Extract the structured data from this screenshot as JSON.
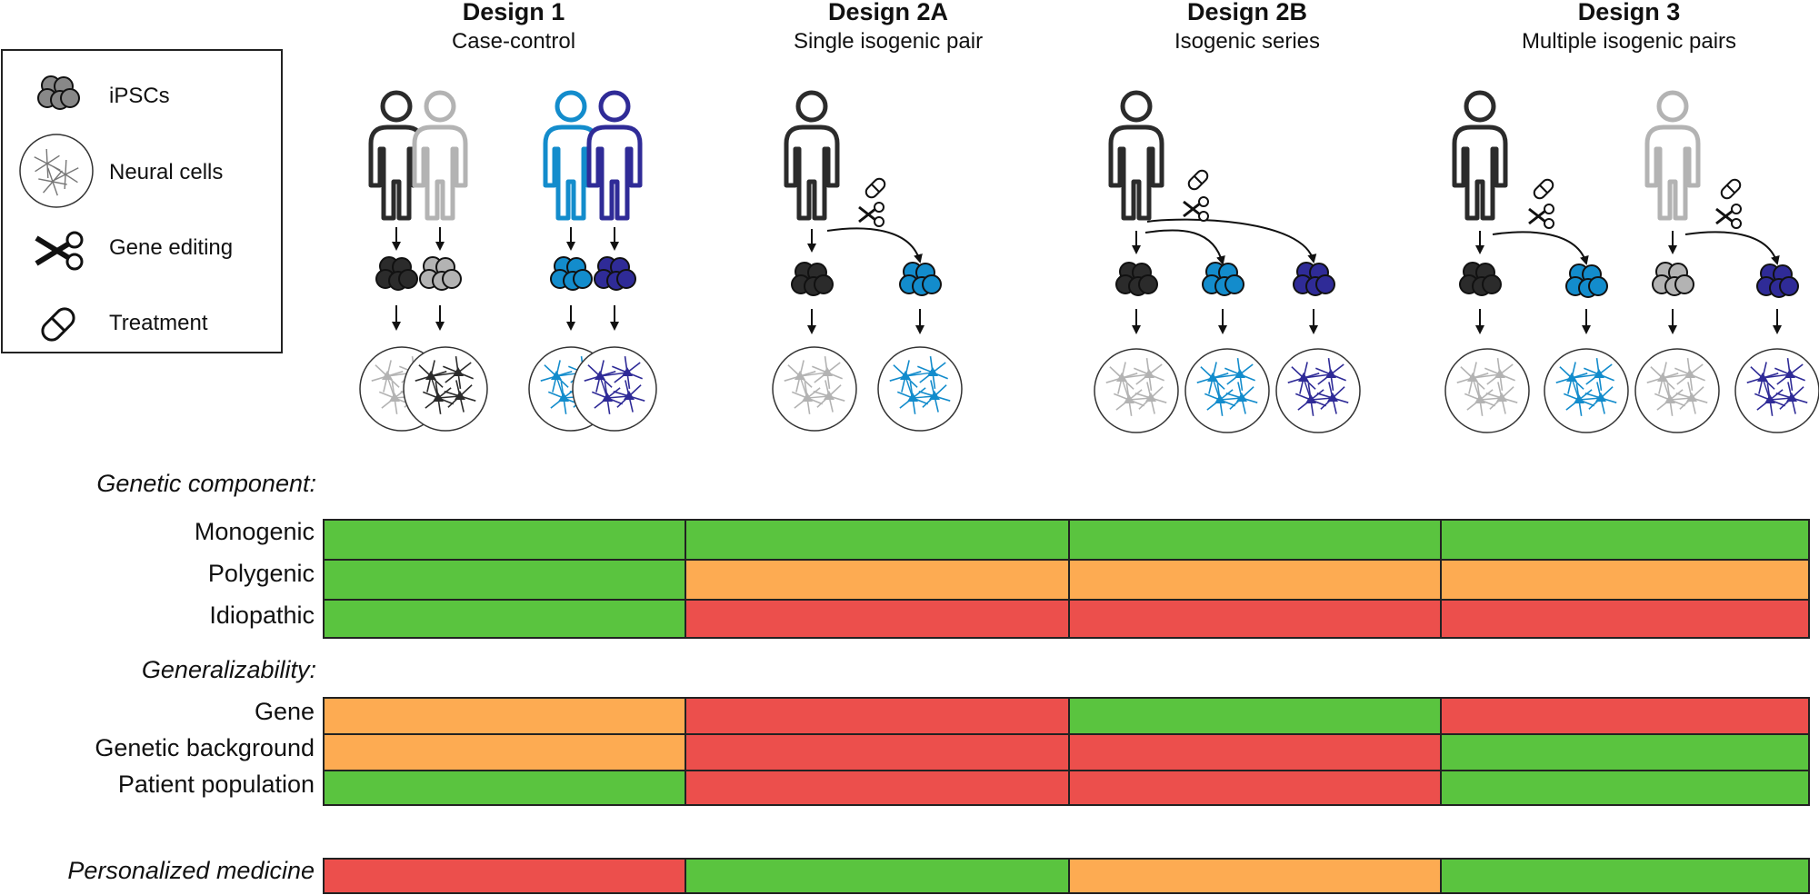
{
  "colors": {
    "green": "#5ac43f",
    "orange": "#fdab52",
    "red": "#ec4f4c",
    "dark": "#2b2b2b",
    "gray": "#b3b3b3",
    "light_blue": "#138ccc",
    "dark_blue": "#2f2b97"
  },
  "legend": {
    "items": [
      {
        "label": "iPSCs",
        "icon": "ipsc-cluster-icon"
      },
      {
        "label": "Neural cells",
        "icon": "neural-cells-icon"
      },
      {
        "label": "Gene editing",
        "icon": "scissors-icon"
      },
      {
        "label": "Treatment",
        "icon": "pill-icon"
      }
    ]
  },
  "designs": [
    {
      "title": "Design 1",
      "subtitle": "Case-control"
    },
    {
      "title": "Design 2A",
      "subtitle": "Single isogenic pair"
    },
    {
      "title": "Design 2B",
      "subtitle": "Isogenic series"
    },
    {
      "title": "Design 3",
      "subtitle": "Multiple isogenic pairs"
    }
  ],
  "sections": {
    "genetic_component": "Genetic component:",
    "generalizability": "Generalizability:",
    "personalized_medicine": "Personalized medicine"
  },
  "rows": [
    {
      "label": "Monogenic",
      "values": [
        "green",
        "green",
        "green",
        "green"
      ]
    },
    {
      "label": "Polygenic",
      "values": [
        "green",
        "orange",
        "orange",
        "orange"
      ]
    },
    {
      "label": "Idiopathic",
      "values": [
        "green",
        "red",
        "red",
        "red"
      ]
    },
    {
      "label": "Gene",
      "values": [
        "orange",
        "red",
        "green",
        "red"
      ]
    },
    {
      "label": "Genetic background",
      "values": [
        "orange",
        "red",
        "red",
        "green"
      ]
    },
    {
      "label": "Patient population",
      "values": [
        "green",
        "red",
        "red",
        "green"
      ]
    },
    {
      "label": "",
      "values": [
        "red",
        "green",
        "orange",
        "green"
      ]
    }
  ]
}
